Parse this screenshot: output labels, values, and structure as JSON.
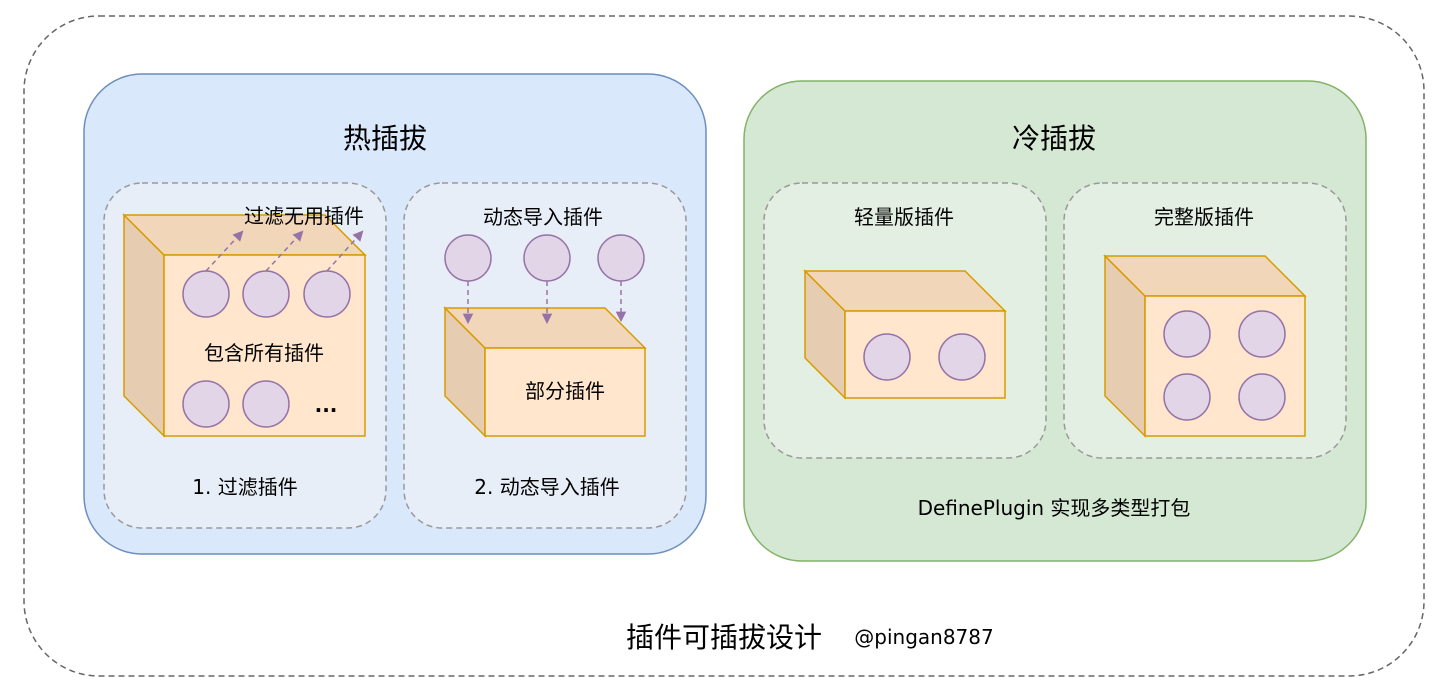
{
  "diagram": {
    "caption": "插件可插拔设计",
    "author": "@pingan8787",
    "hot": {
      "title": "热插拔",
      "filter": {
        "arrow_label": "过滤无用插件",
        "box_label": "包含所有插件",
        "more": "...",
        "caption": "1. 过滤插件"
      },
      "dynamic": {
        "top_label": "动态导入插件",
        "box_label": "部分插件",
        "caption": "2. 动态导入插件"
      }
    },
    "cold": {
      "title": "冷插拔",
      "lite": {
        "label": "轻量版插件"
      },
      "full": {
        "label": "完整版插件"
      },
      "caption": "DefinePlugin 实现多类型打包"
    },
    "colors": {
      "hot_fill": "#dae8fc",
      "hot_stroke": "#6c8ebf",
      "cold_fill": "#d5e8d4",
      "cold_stroke": "#82b366",
      "box_fill": "#ffe6cc",
      "box_stroke": "#d79b00",
      "plugin_fill": "#e1d5e7",
      "plugin_stroke": "#9673a6"
    }
  }
}
